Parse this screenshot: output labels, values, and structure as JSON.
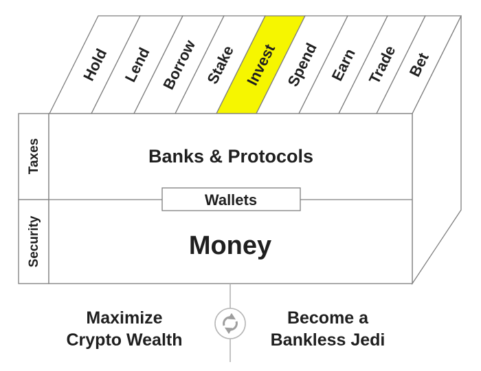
{
  "colors": {
    "highlight": "#f6f600",
    "line": "#7d7d7d",
    "text": "#1f1f1f",
    "icon_gray": "#9e9e9e",
    "circle_stroke": "#b5b5b5",
    "connector_gray": "#b3b3b3"
  },
  "top_strips": {
    "labels": [
      "Hold",
      "Lend",
      "Borrow",
      "Stake",
      "Invest",
      "Spend",
      "Earn",
      "Trade",
      "Bet"
    ],
    "highlighted_label": "Invest"
  },
  "left_column": {
    "top_label": "Taxes",
    "bottom_label": "Security"
  },
  "stack": {
    "top_label": "Banks & Protocols",
    "middle_label": "Wallets",
    "bottom_label": "Money"
  },
  "footer": {
    "left_line1": "Maximize",
    "left_line2": "Crypto Wealth",
    "icon": "sync-icon",
    "right_line1": "Become a",
    "right_line2": "Bankless Jedi"
  }
}
